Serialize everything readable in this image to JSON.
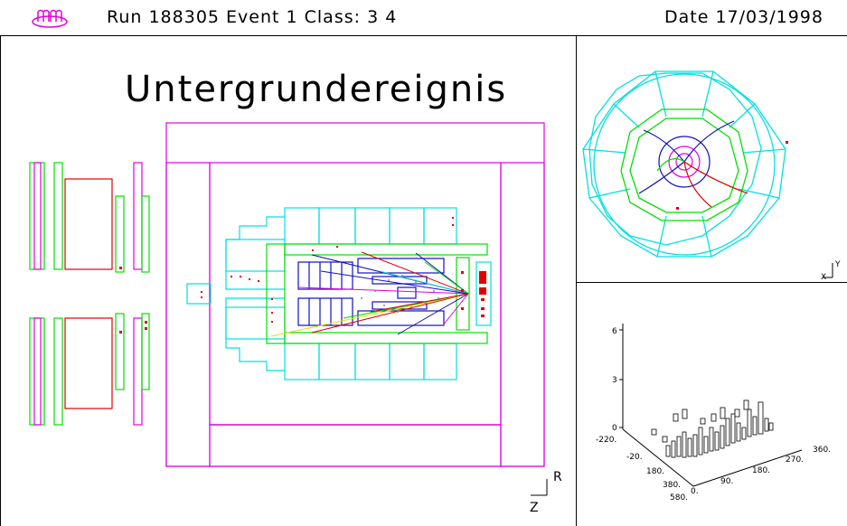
{
  "header": {
    "run_text": "Run 188305  Event 1  Class: 3 4",
    "date_text": "Date 17/03/1998"
  },
  "main_view": {
    "title": "Untergrundereignis",
    "axis_r": "R",
    "axis_z": "Z"
  },
  "xy_view": {
    "axis_y": "Y",
    "axis_x": "X"
  },
  "lego_plot": {
    "z_ticks": [
      "6",
      "3",
      "0"
    ],
    "theta_ticks": [
      "-220.",
      "-20.",
      "180.",
      "380.",
      "580."
    ],
    "phi_ticks": [
      "0.",
      "90.",
      "180.",
      "270.",
      "360."
    ]
  },
  "colors": {
    "magenta": "#e000e0",
    "green": "#00e000",
    "cyan": "#00e0e0",
    "red": "#e00000",
    "blue": "#1010c0"
  }
}
